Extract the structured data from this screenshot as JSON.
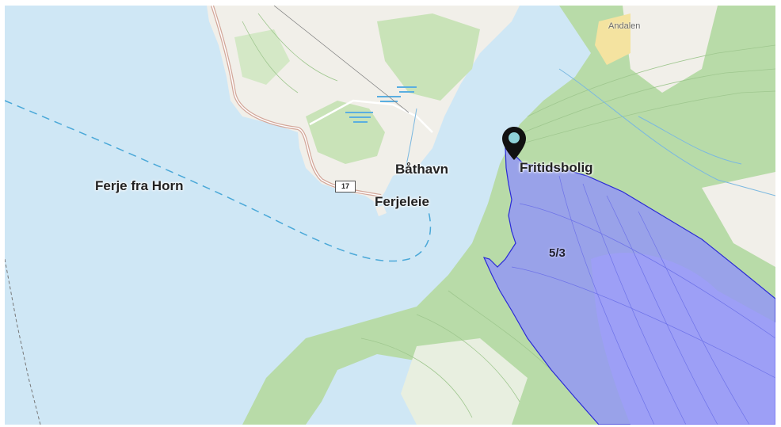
{
  "map": {
    "labels": {
      "ferry_route": "Ferje fra Horn",
      "harbor": "Båthavn",
      "ferry_dock": "Ferjeleie",
      "property": "Fritidsbolig",
      "place": "Andalen",
      "parcel": "5/3"
    },
    "road_number": "17",
    "marker_icon": "map-pin-icon",
    "colors": {
      "water": "#cfe7f5",
      "land": "#f1efe9",
      "forest": "#b8dba8",
      "parcel_fill": "#8f8fff",
      "parcel_stroke": "#2b2bd6",
      "ferry_route": "#4aa8d8"
    }
  }
}
